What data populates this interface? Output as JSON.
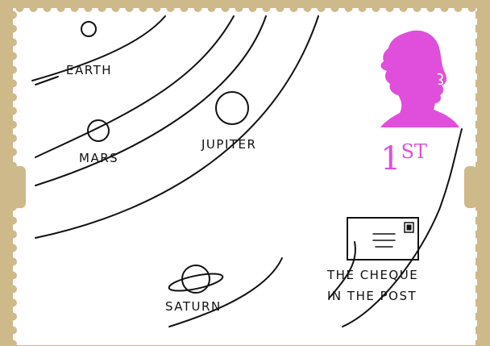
{
  "stamp": {
    "denomination": {
      "value": "1",
      "suffix": "ST"
    },
    "queen_silhouette_color": "#e04fdc",
    "card_border_color": "#cdb98a",
    "caption_line1": "THE CHEQUE",
    "caption_line2": "IN THE POST"
  },
  "planets": {
    "earth": "EARTH",
    "mars": "MARS",
    "jupiter": "JUPITER",
    "saturn": "SATURN"
  },
  "icons": [
    "queen-silhouette-icon",
    "envelope-icon"
  ]
}
